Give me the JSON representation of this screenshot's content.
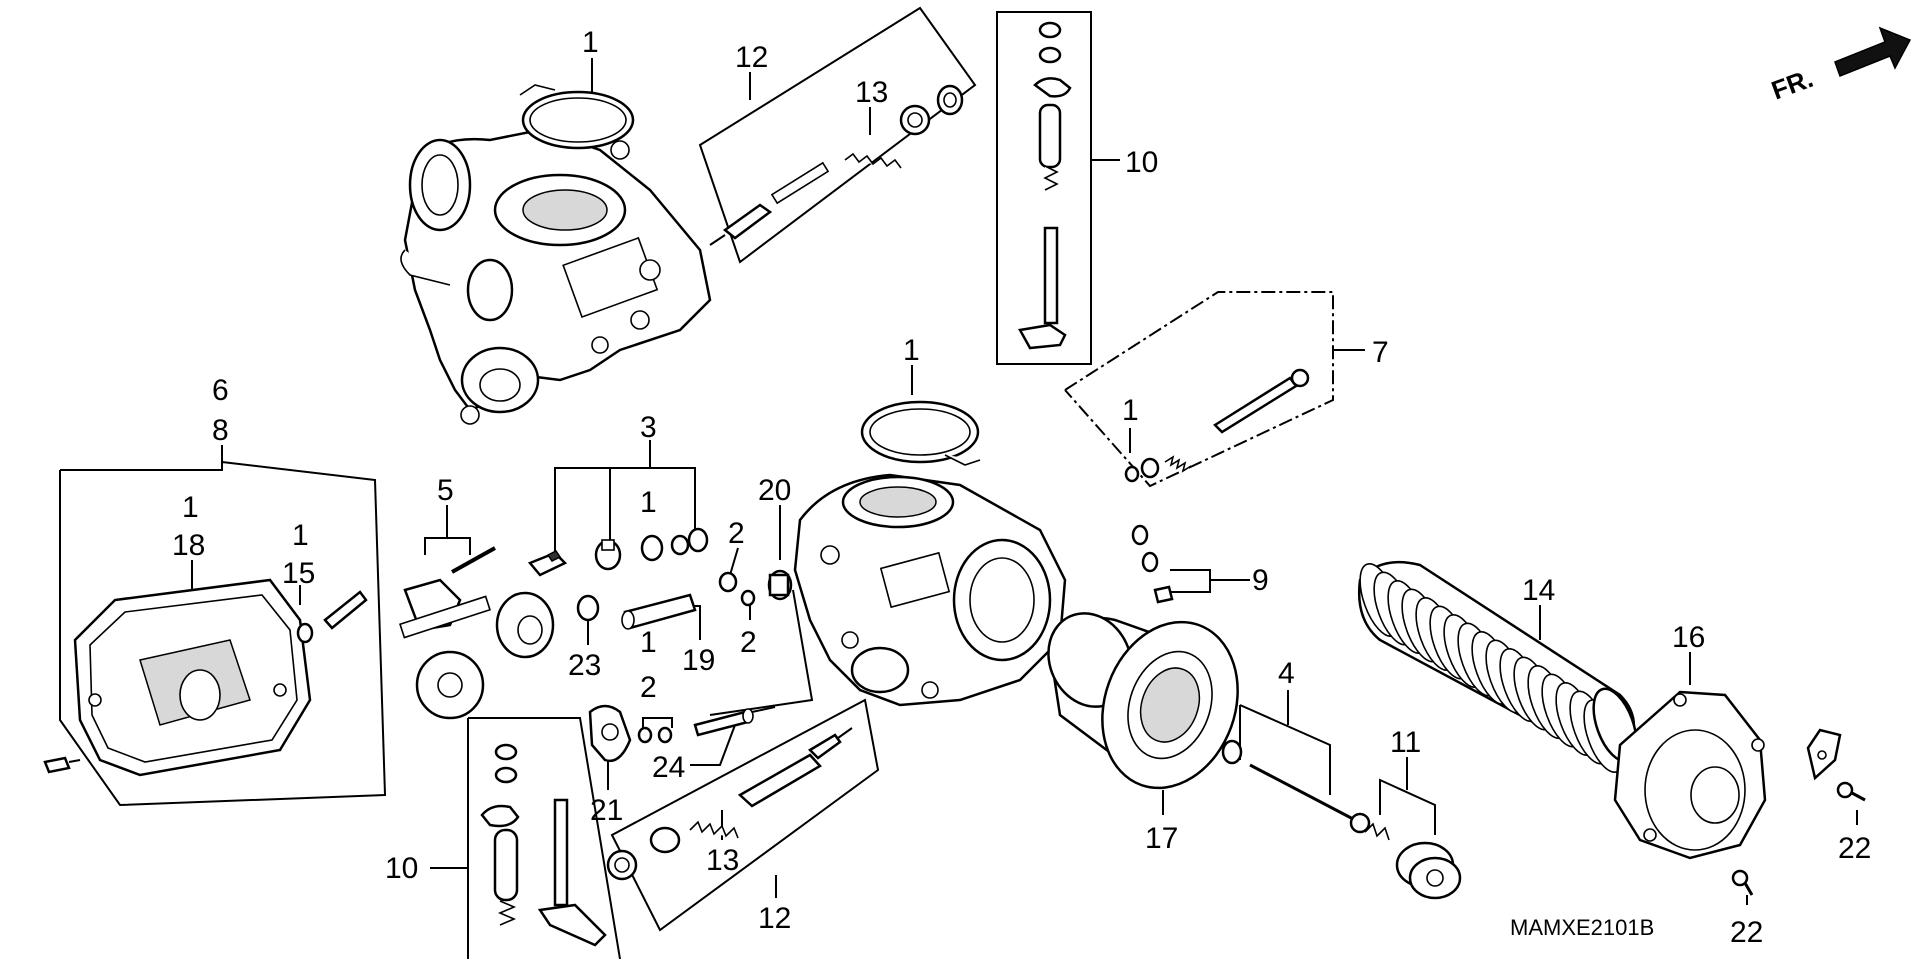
{
  "diagram_code": "MAMXE2101B",
  "front_indicator": "FR.",
  "labels": [
    {
      "id": "top-ring",
      "text": "1"
    },
    {
      "id": "top-needle-group",
      "text": "12"
    },
    {
      "id": "top-spring",
      "text": "13"
    },
    {
      "id": "top-adjust-group",
      "text": "10"
    },
    {
      "id": "screw-group",
      "text": "7"
    },
    {
      "id": "screw-washer",
      "text": "1"
    },
    {
      "id": "mid-ring",
      "text": "1"
    },
    {
      "id": "cover-group-a",
      "text": "6"
    },
    {
      "id": "cover-group-b",
      "text": "8"
    },
    {
      "id": "cover-washer-a",
      "text": "1"
    },
    {
      "id": "cover-washer-b",
      "text": "1"
    },
    {
      "id": "cover-gasket",
      "text": "18"
    },
    {
      "id": "cover-screw",
      "text": "15"
    },
    {
      "id": "float-pin",
      "text": "5"
    },
    {
      "id": "jet-group",
      "text": "3"
    },
    {
      "id": "jet-washer",
      "text": "1"
    },
    {
      "id": "washer-2a",
      "text": "2"
    },
    {
      "id": "washer-2b",
      "text": "2"
    },
    {
      "id": "nozzle",
      "text": "20"
    },
    {
      "id": "jet-holder",
      "text": "23"
    },
    {
      "id": "needle-jet",
      "text": "19"
    },
    {
      "id": "washer-1c",
      "text": "1"
    },
    {
      "id": "washer-2c",
      "text": "2"
    },
    {
      "id": "pipe",
      "text": "24"
    },
    {
      "id": "bracket",
      "text": "21"
    },
    {
      "id": "bottom-adjust-group",
      "text": "10"
    },
    {
      "id": "bottom-spring",
      "text": "13"
    },
    {
      "id": "bottom-needle-group",
      "text": "12"
    },
    {
      "id": "vent-group",
      "text": "9"
    },
    {
      "id": "rod-group",
      "text": "4"
    },
    {
      "id": "diaphragm",
      "text": "17"
    },
    {
      "id": "boot",
      "text": "14"
    },
    {
      "id": "plug-group",
      "text": "11"
    },
    {
      "id": "cap",
      "text": "16"
    },
    {
      "id": "bolt-a",
      "text": "22"
    },
    {
      "id": "bolt-b",
      "text": "22"
    }
  ]
}
